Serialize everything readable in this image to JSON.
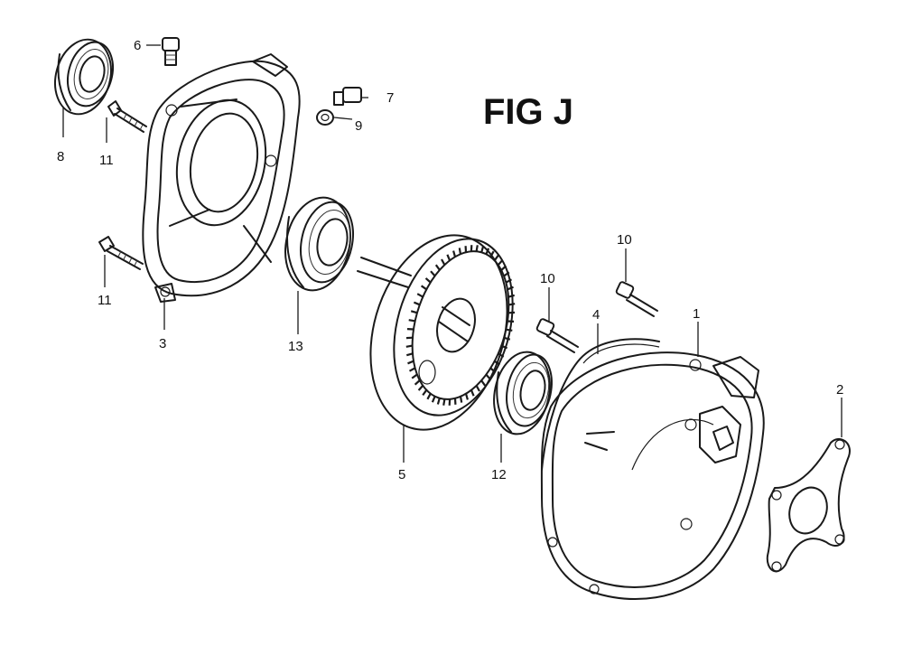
{
  "figure": {
    "title": "FIG J"
  },
  "callouts": [
    {
      "id": "c8",
      "label": "8"
    },
    {
      "id": "c11a",
      "label": "11"
    },
    {
      "id": "c6",
      "label": "6"
    },
    {
      "id": "c7",
      "label": "7"
    },
    {
      "id": "c9",
      "label": "9"
    },
    {
      "id": "c11b",
      "label": "11"
    },
    {
      "id": "c3",
      "label": "3"
    },
    {
      "id": "c13",
      "label": "13"
    },
    {
      "id": "c5",
      "label": "5"
    },
    {
      "id": "c12",
      "label": "12"
    },
    {
      "id": "c10a",
      "label": "10"
    },
    {
      "id": "c10b",
      "label": "10"
    },
    {
      "id": "c4",
      "label": "4"
    },
    {
      "id": "c1",
      "label": "1"
    },
    {
      "id": "c2",
      "label": "2"
    }
  ]
}
